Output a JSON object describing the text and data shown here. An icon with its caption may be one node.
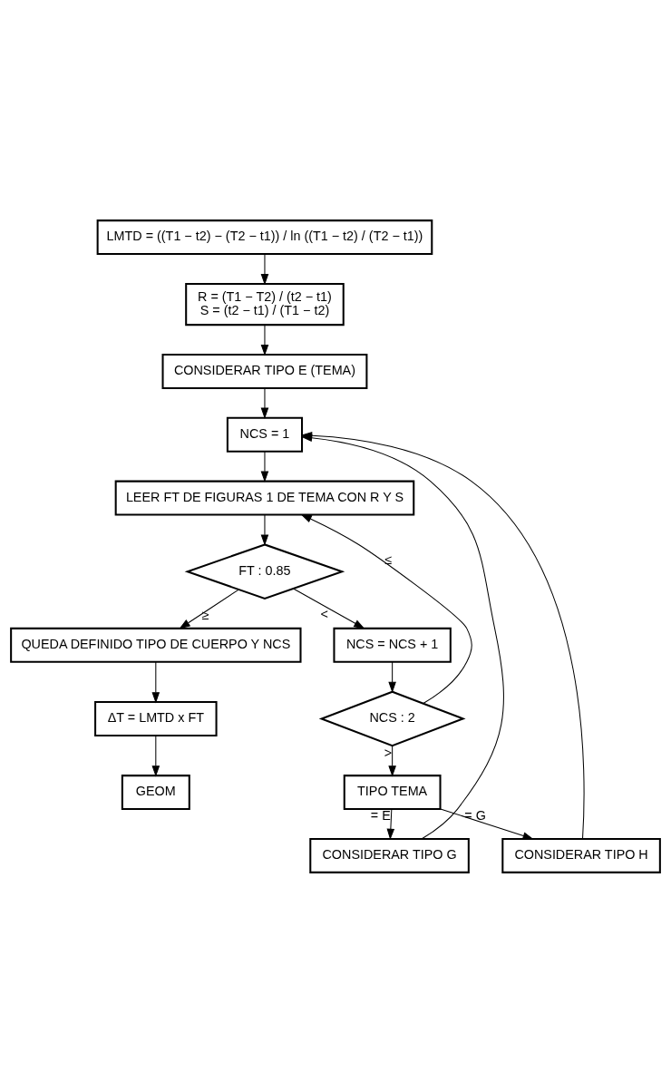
{
  "diagram": {
    "nodes": [
      {
        "text": [
          "LMTD = ((T1 − t2) − (T2 − t1)) / ln ((T1 − t2) / (T2 − t1))"
        ]
      },
      {
        "text": [
          "R = (T1 − T2) / (t2 − t1)",
          "S = (t2 − t1) / (T1 − t2)"
        ]
      },
      {
        "text": [
          "CONSIDERAR TIPO E (TEMA)"
        ]
      },
      {
        "text": [
          "NCS = 1"
        ]
      },
      {
        "text": [
          "LEER FT DE FIGURAS 1 DE TEMA CON R Y S"
        ]
      },
      {
        "text": [
          "FT : 0.85"
        ]
      },
      {
        "text": [
          "QUEDA DEFINIDO TIPO DE CUERPO Y NCS"
        ]
      },
      {
        "text": [
          "ΔT = LMTD x FT"
        ]
      },
      {
        "text": [
          "GEOM"
        ]
      },
      {
        "text": [
          "NCS = NCS + 1"
        ]
      },
      {
        "text": [
          "NCS : 2"
        ]
      },
      {
        "text": [
          "TIPO TEMA"
        ]
      },
      {
        "text": [
          "CONSIDERAR TIPO G"
        ]
      },
      {
        "text": [
          "CONSIDERAR TIPO H"
        ]
      }
    ],
    "edges": [
      {
        "from": 0,
        "to": 1,
        "arrow": "to"
      },
      {
        "from": 1,
        "to": 2,
        "arrow": "to"
      },
      {
        "from": 2,
        "to": 3,
        "arrow": "to"
      },
      {
        "from": 3,
        "to": 4,
        "arrow": "to"
      },
      {
        "from": 4,
        "to": 5,
        "arrow": "to"
      },
      {
        "from": 5,
        "to": 6,
        "arrow": "to",
        "label": "≥"
      },
      {
        "from": 6,
        "to": 7,
        "arrow": "to"
      },
      {
        "from": 7,
        "to": 8,
        "arrow": "to"
      },
      {
        "from": 5,
        "to": 9,
        "arrow": "to",
        "label": "<"
      },
      {
        "from": 9,
        "to": 10,
        "arrow": "to"
      },
      {
        "from": 10,
        "to": 4,
        "arrow": "to",
        "label": "≤"
      },
      {
        "from": 10,
        "to": 11,
        "arrow": "to",
        "label": ">"
      },
      {
        "from": 11,
        "to": 12,
        "arrow": "to",
        "label": "= E"
      },
      {
        "from": 11,
        "to": 13,
        "arrow": "to",
        "label": "= G"
      },
      {
        "from": 12,
        "to": 3,
        "arrow": "to"
      },
      {
        "from": 13,
        "to": 3,
        "arrow": "to"
      }
    ]
  }
}
